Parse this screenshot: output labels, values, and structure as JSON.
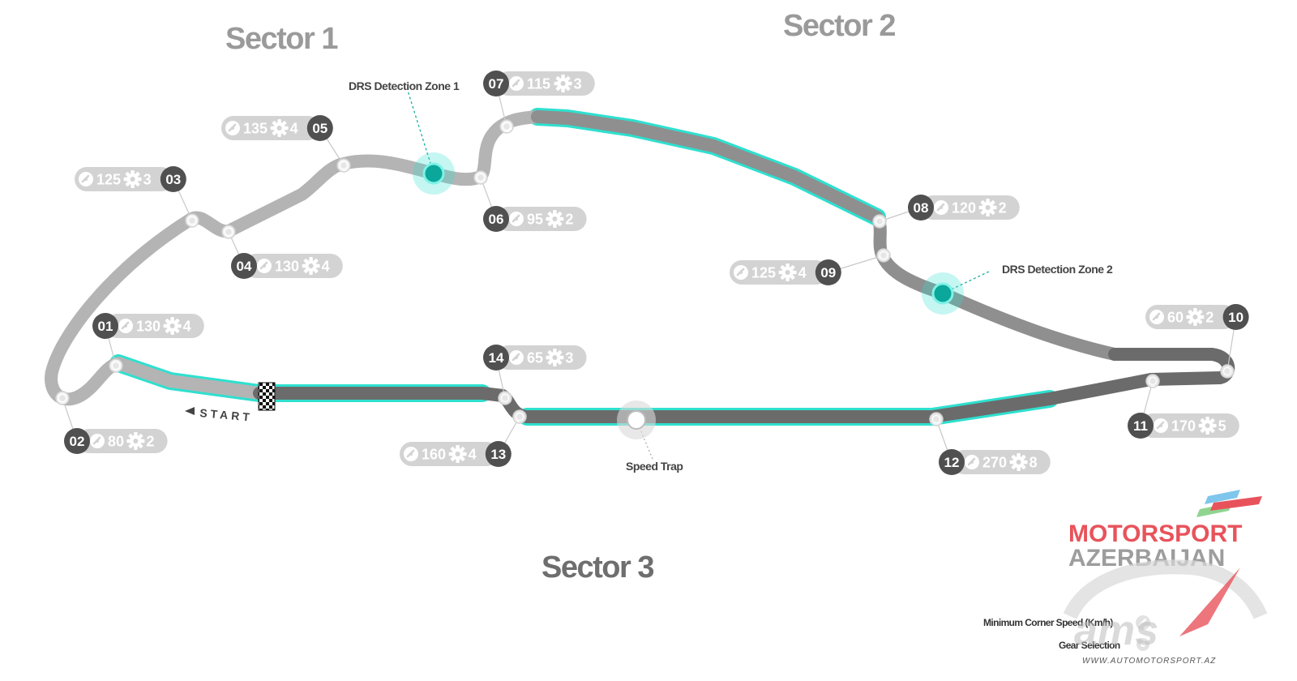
{
  "sectors": {
    "s1": "Sector 1",
    "s2": "Sector 2",
    "s3": "Sector 3"
  },
  "annotations": {
    "drs1": "DRS Detection Zone 1",
    "drs2": "DRS Detection Zone 2",
    "speed_trap": "Speed Trap",
    "start": "START"
  },
  "corners": [
    {
      "id": "01",
      "speed": "130",
      "gear": "4"
    },
    {
      "id": "02",
      "speed": "80",
      "gear": "2"
    },
    {
      "id": "03",
      "speed": "125",
      "gear": "3"
    },
    {
      "id": "04",
      "speed": "130",
      "gear": "4"
    },
    {
      "id": "05",
      "speed": "135",
      "gear": "4"
    },
    {
      "id": "06",
      "speed": "95",
      "gear": "2"
    },
    {
      "id": "07",
      "speed": "115",
      "gear": "3"
    },
    {
      "id": "08",
      "speed": "120",
      "gear": "2"
    },
    {
      "id": "09",
      "speed": "125",
      "gear": "4"
    },
    {
      "id": "10",
      "speed": "60",
      "gear": "2"
    },
    {
      "id": "11",
      "speed": "170",
      "gear": "5"
    },
    {
      "id": "12",
      "speed": "270",
      "gear": "8"
    },
    {
      "id": "13",
      "speed": "160",
      "gear": "4"
    },
    {
      "id": "14",
      "speed": "65",
      "gear": "3"
    }
  ],
  "legend": {
    "min_speed": "Minimum Corner Speed (Km/h)",
    "gear": "Gear Selection"
  },
  "brand": {
    "line1": "MOTORSPORT",
    "line2": "AZERBAIJAN",
    "logo": "ams",
    "url": "WWW.AUTOMOTORSPORT.AZ"
  },
  "colors": {
    "sector1_track": "#b4b4b4",
    "sector2_track": "#8f8f8f",
    "sector3_track": "#6b6b6b",
    "drs_zone": "#2ee0cf",
    "drs_marker": "#0aa79a",
    "badge_dark": "#505050",
    "pill": "#d3d3d3",
    "brand_red": "#e8535b"
  }
}
